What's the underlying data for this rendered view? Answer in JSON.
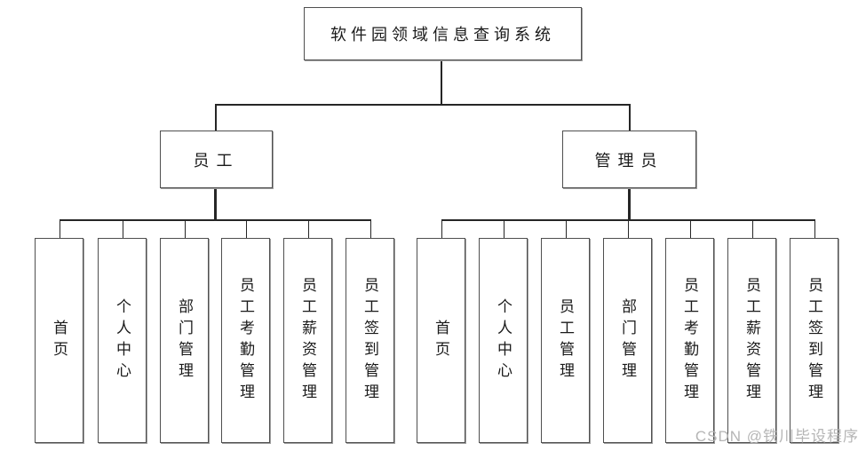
{
  "root": {
    "label": "软件园领域信息查询系统"
  },
  "branches": [
    {
      "label": "员工",
      "children": [
        "首页",
        "个人中心",
        "部门管理",
        "员工考勤管理",
        "员工薪资管理",
        "员工签到管理"
      ]
    },
    {
      "label": "管理员",
      "children": [
        "首页",
        "个人中心",
        "员工管理",
        "部门管理",
        "员工考勤管理",
        "员工薪资管理",
        "员工签到管理"
      ]
    }
  ],
  "watermark": {
    "text": "CSDN @铁川毕设程序"
  },
  "colors": {
    "line": "#262626",
    "border": "#4f4f4f",
    "shadow": "#9e9e9e",
    "text": "#1a1a1a",
    "watermark": "#b5b5b5",
    "background": "#ffffff"
  }
}
